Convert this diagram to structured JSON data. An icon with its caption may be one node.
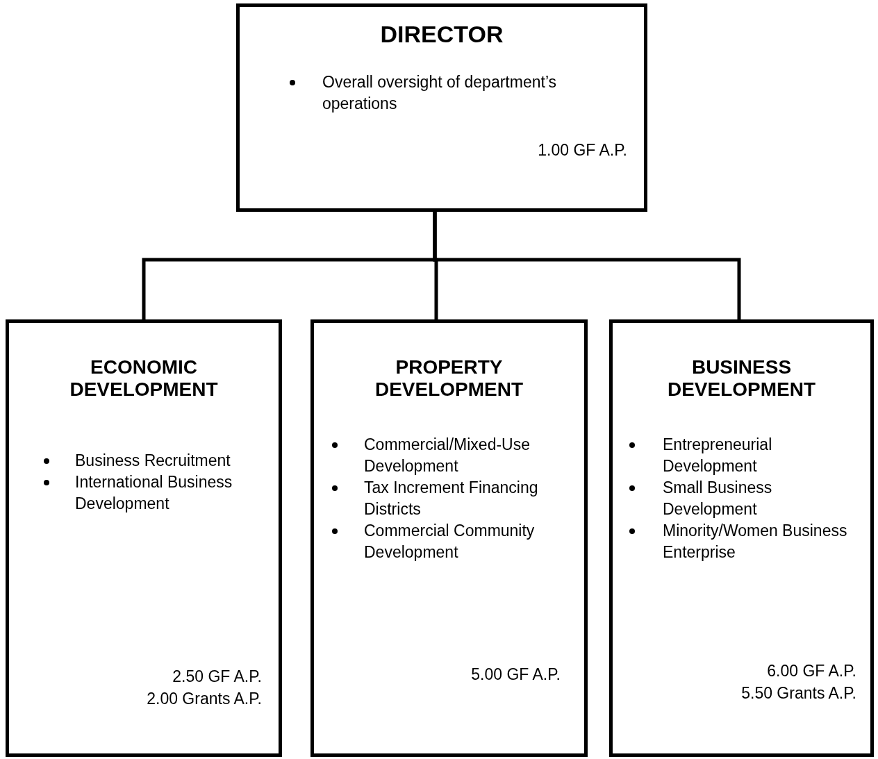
{
  "diagram": {
    "nodes": [
      {
        "text": [
          "DIRECTOR",
          "Overall oversight of department’s operations",
          "1.00 GF A.P."
        ]
      },
      {
        "text": [
          "ECONOMIC DEVELOPMENT",
          "Business Recruitment",
          "International Business Development",
          "2.50 GF A.P.",
          "2.00 Grants A.P."
        ]
      },
      {
        "text": [
          "PROPERTY DEVELOPMENT",
          "Commercial/Mixed-Use Development",
          "Tax Increment Financing Districts",
          "Commercial Community Development",
          "5.00 GF A.P."
        ]
      },
      {
        "text": [
          "BUSINESS DEVELOPMENT",
          "Entrepreneurial Development",
          "Small Business Development",
          "Minority/Women Business Enterprise",
          "6.00 GF A.P.",
          "5.50 Grants A.P."
        ]
      }
    ],
    "edges": [
      {
        "from": 0,
        "to": 1,
        "arrow": "none"
      },
      {
        "from": 0,
        "to": 2,
        "arrow": "none"
      },
      {
        "from": 0,
        "to": 3,
        "arrow": "none"
      }
    ]
  }
}
